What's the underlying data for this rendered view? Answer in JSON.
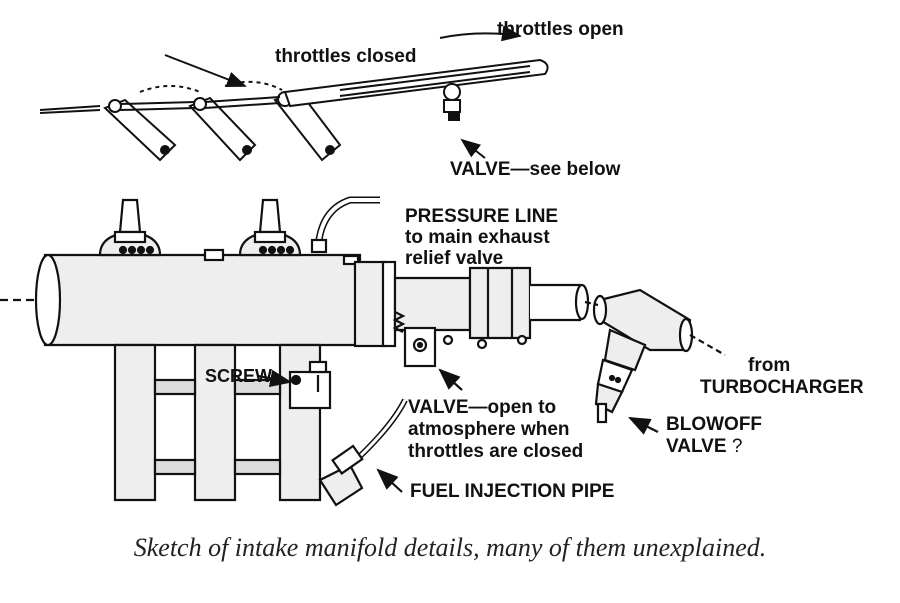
{
  "labels": {
    "throttles_open": "throttles open",
    "throttles_closed": "throttles closed",
    "valve_see_below": "VALVE—see below",
    "pressure_line_1": "PRESSURE LINE",
    "pressure_line_2": "to main exhaust",
    "pressure_line_3": "relief valve",
    "screw": "SCREW",
    "valve_open_1": "VALVE—open to",
    "valve_open_2": "atmosphere when",
    "valve_open_3": "throttles are closed",
    "from": "from",
    "turbocharger": "TURBOCHARGER",
    "blowoff_1": "BLOWOFF",
    "blowoff_2": "VALVE",
    "blowoff_q": "?",
    "fuel_injection_pipe": "FUEL INJECTION PIPE"
  },
  "caption": "Sketch of intake manifold details, many of them unexplained."
}
